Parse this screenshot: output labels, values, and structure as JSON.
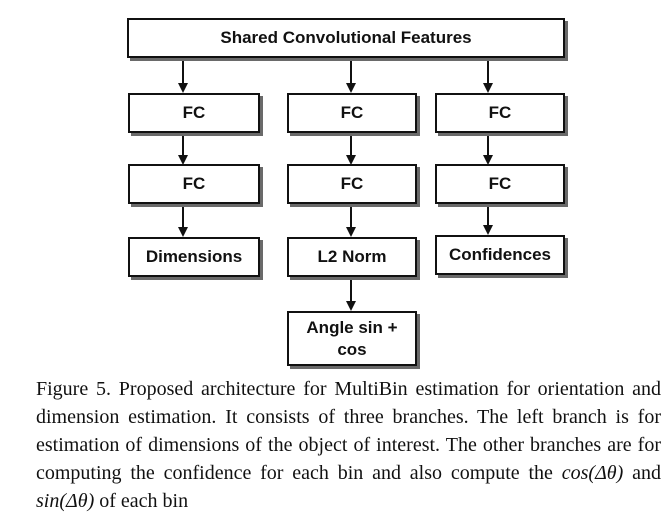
{
  "diagram": {
    "top_box": "Shared Convolutional Features",
    "left_branch": {
      "fc1": "FC",
      "fc2": "FC",
      "output": "Dimensions"
    },
    "middle_branch": {
      "fc1": "FC",
      "fc2": "FC",
      "norm": "L2 Norm",
      "output_line1": "Angle sin +",
      "output_line2": "cos"
    },
    "right_branch": {
      "fc1": "FC",
      "fc2": "FC",
      "output": "Confidences"
    }
  },
  "caption": {
    "text_before": "Figure 5. Proposed architecture for MultiBin estimation for orientation and dimension estimation. It consists of three branches. The left branch is for estimation of dimensions of the object of interest. The other branches are for computing the confidence for each bin and also compute the ",
    "cos_expr": "cos(Δθ)",
    "and_text": " and ",
    "sin_expr": "sin(Δθ)",
    "text_after": " of each bin"
  }
}
